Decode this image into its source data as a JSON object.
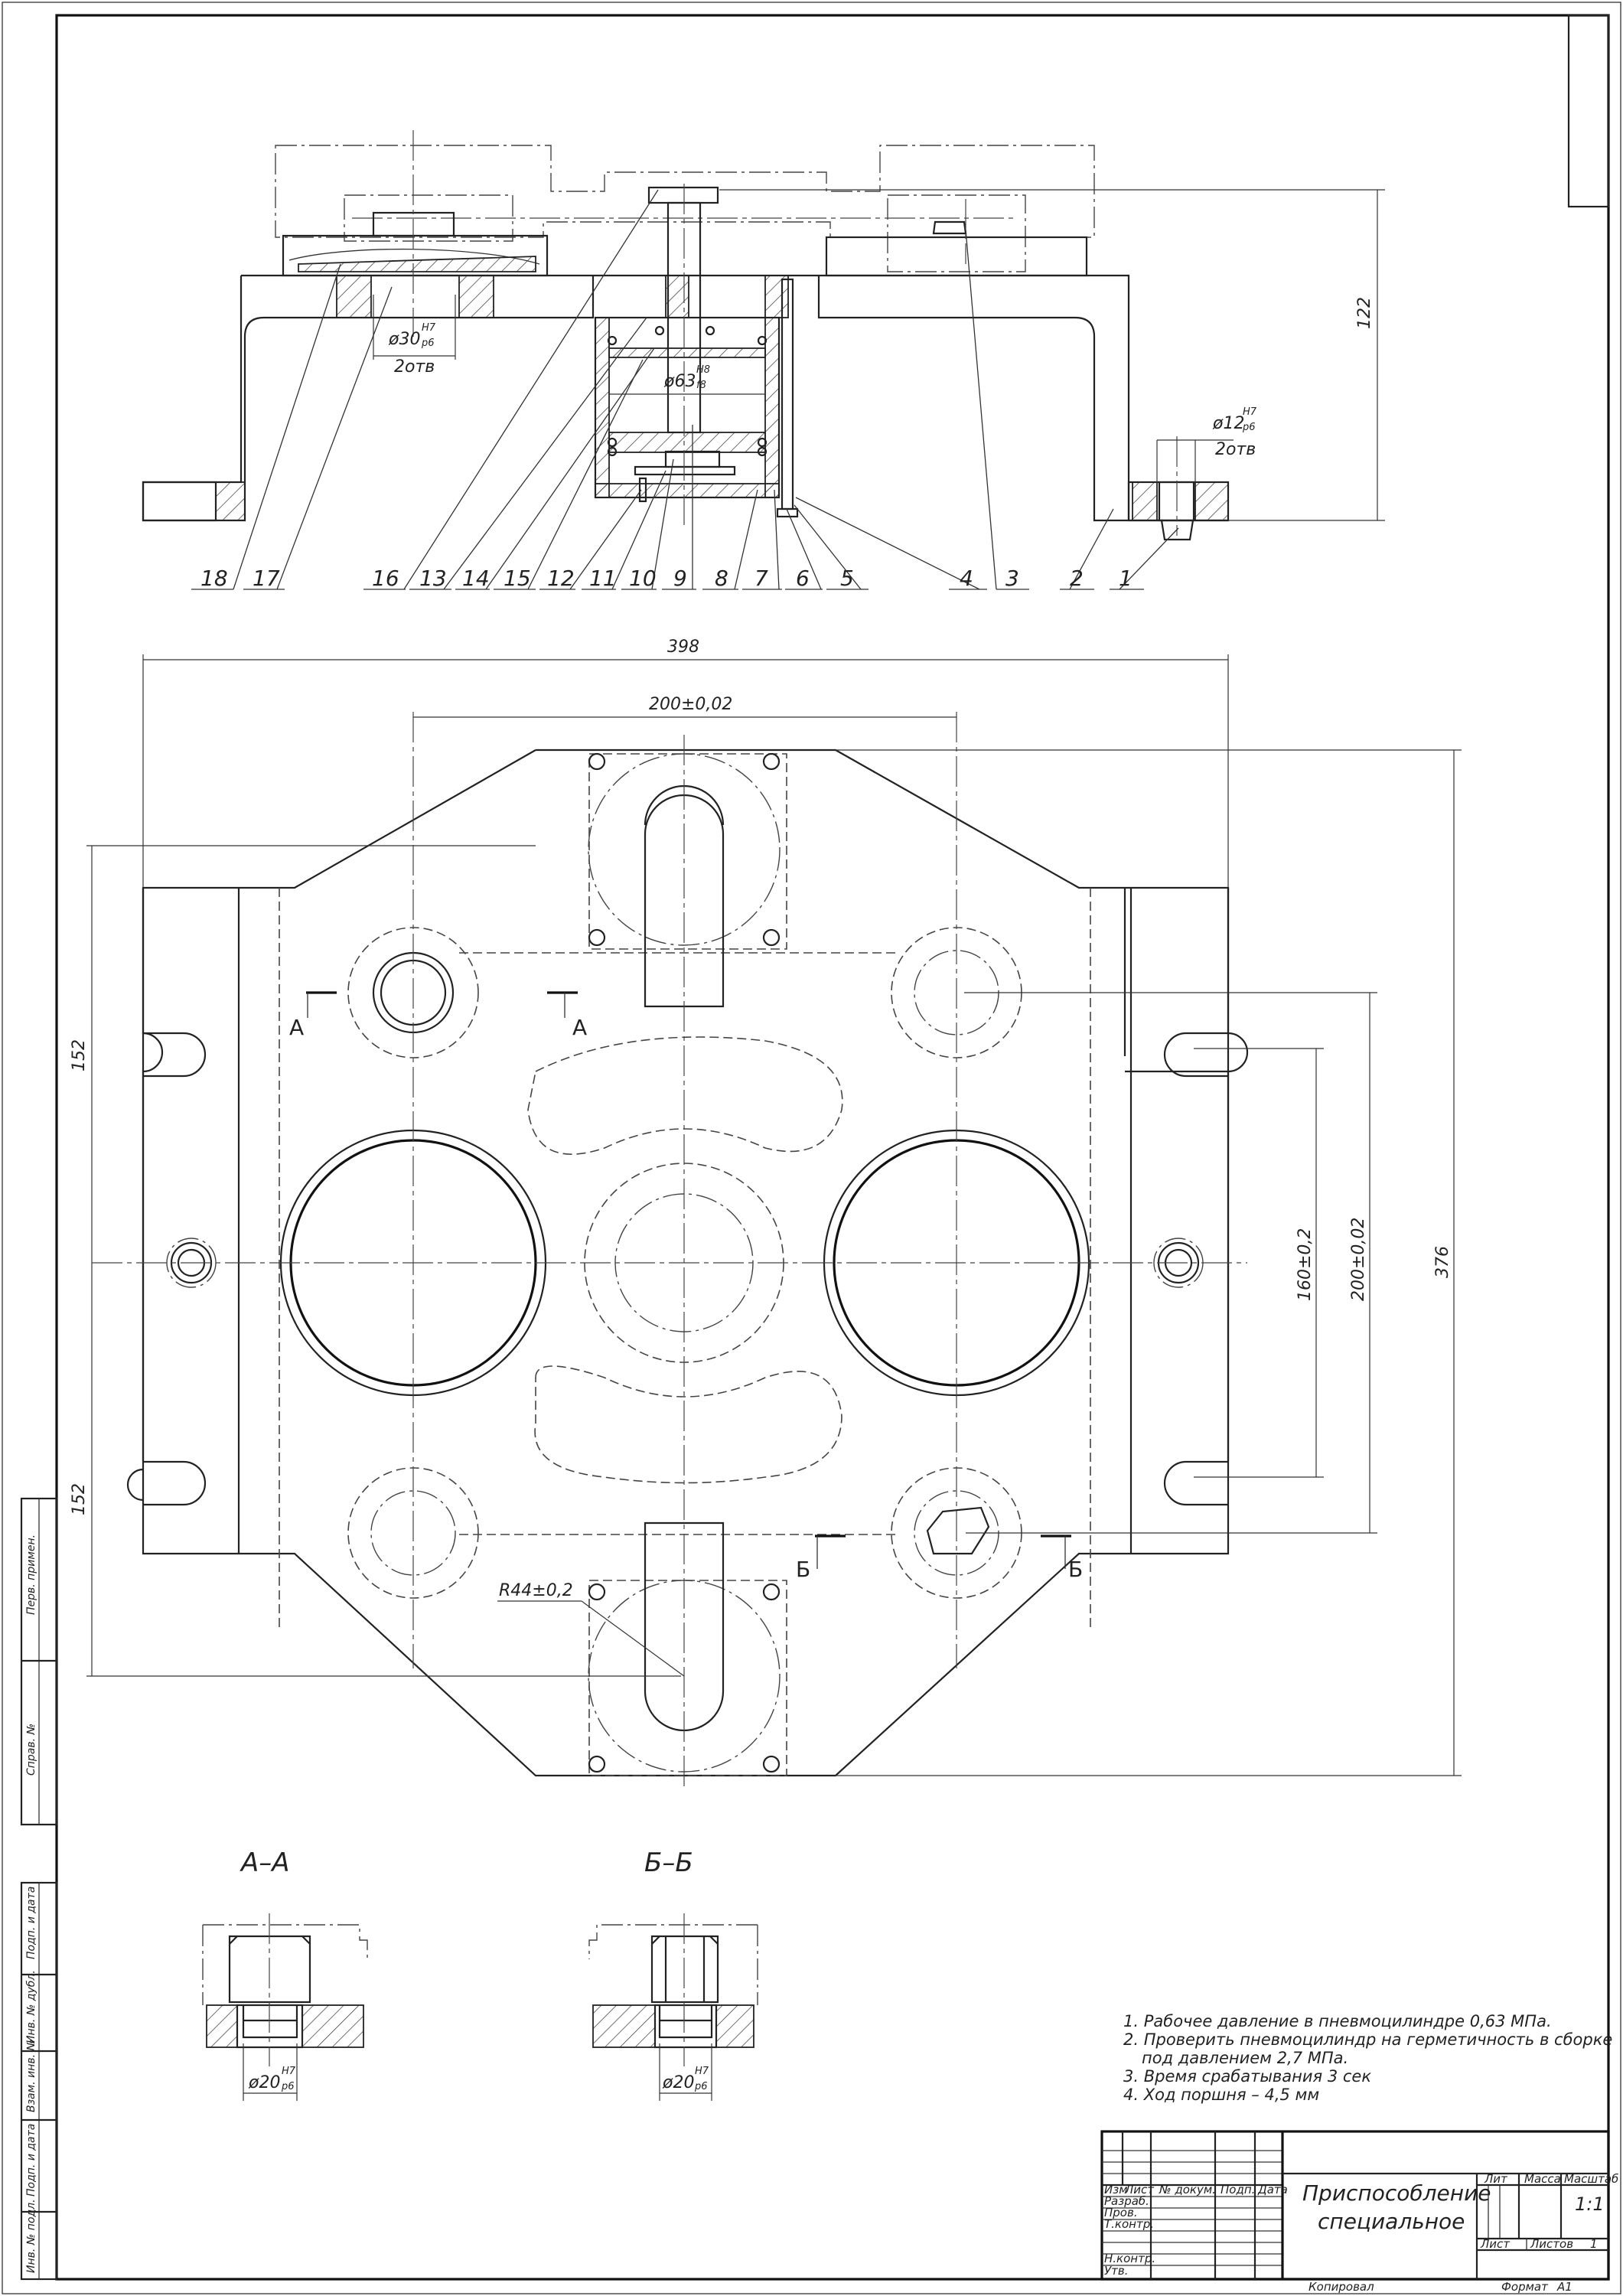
{
  "item_labels": [
    "18",
    "17",
    "16",
    "13",
    "14",
    "15",
    "12",
    "11",
    "10",
    "9",
    "8",
    "7",
    "6",
    "5",
    "4",
    "3",
    "2",
    "1"
  ],
  "dimensions": {
    "d30": "ø30",
    "d30_fit_top": "H7",
    "d30_fit_bot": "p6",
    "holes_2": "2отв",
    "d63": "ø63",
    "d63_fit_top": "H8",
    "d63_fit_bot": "f8",
    "d12": "ø12",
    "d12_fit_top": "H7",
    "d12_fit_bot": "p6",
    "holes_2b": "2отв",
    "h122": "122",
    "w398": "398",
    "w200": "200±0,02",
    "h152_top": "152",
    "h152_bot": "152",
    "h160": "160±0,2",
    "h200": "200±0,02",
    "h376": "376",
    "r44": "R44±0,2",
    "d20a": "ø20",
    "d20a_fit_top": "H7",
    "d20a_fit_bot": "p6",
    "d20b": "ø20",
    "d20b_fit_top": "H7",
    "d20b_fit_bot": "p6"
  },
  "sections": {
    "aa_marker": "А",
    "bb_marker": "Б",
    "aa_title": "А–А",
    "bb_title": "Б–Б"
  },
  "notes": [
    "1. Рабочее давление в пневмоцилиндре 0,63 МПа.",
    "2. Проверить пневмоцилиндр на герметичность в сборке",
    "под давлением 2,7 МПа.",
    "3. Время срабатывания 3 сек",
    "4. Ход поршня – 4,5 мм"
  ],
  "title_block": {
    "title_line1": "Приспособление",
    "title_line2": "специальное",
    "col_izm": "Изм",
    "col_list": "Лист",
    "col_doc": "№ докум.",
    "col_sign": "Подп.",
    "col_date": "Дата",
    "row_razrab": "Разраб.",
    "row_prov": "Пров.",
    "row_tkontr": "Т.контр.",
    "row_nkontr": "Н.контр.",
    "row_utv": "Утв.",
    "lit": "Лит",
    "massa": "Масса",
    "masshtab": "Масштаб",
    "scale_value": "1:1",
    "list_label": "Лист",
    "listov_label": "Листов",
    "listov_value": "1",
    "kopiroval": "Копировал",
    "format": "Формат",
    "format_value": "А1"
  },
  "side_stamps": [
    "Перв. примен.",
    "Справ. №",
    "Подп. и дата",
    "Инв. № дубл.",
    "Взам. инв. №",
    "Подп. и дата",
    "Инв. № подл."
  ]
}
